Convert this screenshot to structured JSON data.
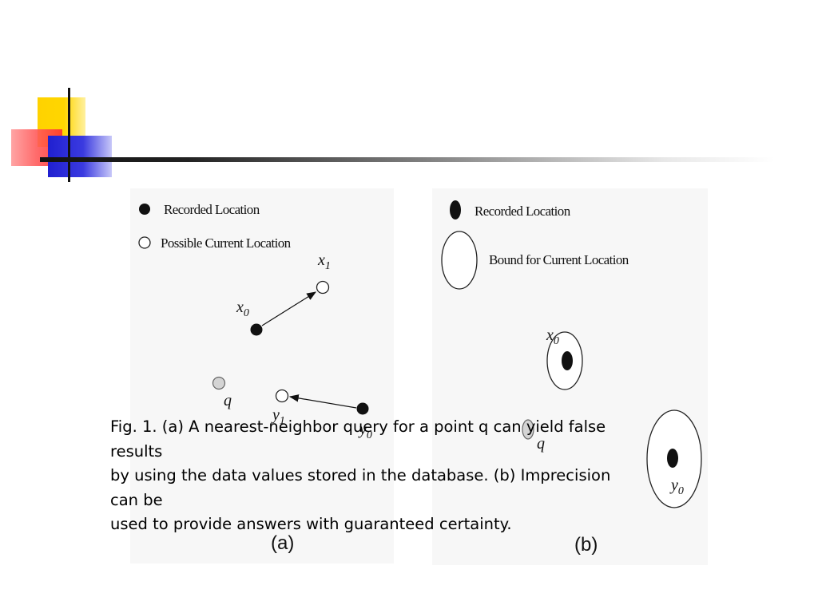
{
  "figure_a": {
    "legend": {
      "recorded": "Recorded Location",
      "possible": "Possible Current Location"
    },
    "labels": {
      "x1": "x",
      "x1_sub": "1",
      "x0": "x",
      "x0_sub": "0",
      "q": "q",
      "y1": "y",
      "y1_sub": "1",
      "y0": "y",
      "y0_sub": "0"
    },
    "panel_label": "(a)"
  },
  "figure_b": {
    "legend": {
      "recorded": "Recorded Location",
      "bound": "Bound for Current Location"
    },
    "labels": {
      "x0": "x",
      "x0_sub": "0",
      "q": "q",
      "y0": "y",
      "y0_sub": "0"
    },
    "panel_label": "(b)"
  },
  "caption": {
    "line1": "Fig. 1. (a) A nearest-neighbor query for a point q can yield false",
    "line2": "results",
    "line3": "by using the data values stored in the database. (b) Imprecision",
    "line4": "can be",
    "line5": "used to provide answers with guaranteed certainty."
  }
}
